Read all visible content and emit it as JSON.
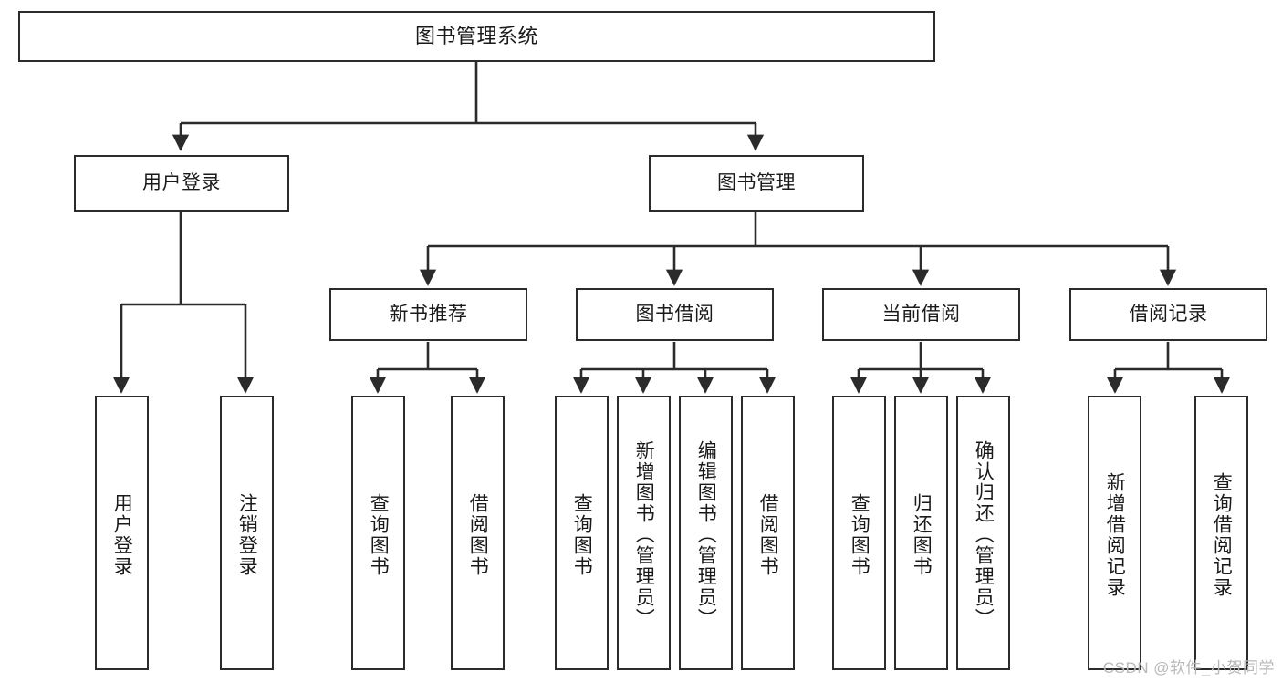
{
  "diagram": {
    "title": "图书管理系统",
    "type": "tree",
    "watermark": "CSDN @软件_小贺同学",
    "line_color": "#2b2b2b",
    "box_fill": "#ffffff",
    "text_color": "#1a1a1a",
    "watermark_color": "#b8b8b8"
  },
  "nodes": {
    "root": {
      "label": "图书管理系统",
      "level": 0
    },
    "level1": [
      {
        "id": "user-login",
        "label": "用户登录"
      },
      {
        "id": "book-manage",
        "label": "图书管理"
      }
    ],
    "level2": [
      {
        "id": "new-book-recommend",
        "label": "新书推荐",
        "parent": "book-manage"
      },
      {
        "id": "book-borrow",
        "label": "图书借阅",
        "parent": "book-manage"
      },
      {
        "id": "current-borrow",
        "label": "当前借阅",
        "parent": "book-manage"
      },
      {
        "id": "borrow-record",
        "label": "借阅记录",
        "parent": "book-manage"
      }
    ],
    "leaves": [
      {
        "id": "leaf-user-login",
        "label": "用户登录",
        "parent": "user-login"
      },
      {
        "id": "leaf-logout-login",
        "label": "注销登录",
        "parent": "user-login"
      },
      {
        "id": "leaf-query-book-1",
        "label": "查询图书",
        "parent": "new-book-recommend"
      },
      {
        "id": "leaf-borrow-book-1",
        "label": "借阅图书",
        "parent": "new-book-recommend"
      },
      {
        "id": "leaf-query-book-2",
        "label": "查询图书",
        "parent": "book-borrow"
      },
      {
        "id": "leaf-add-book",
        "label": "新增图书（管理员）",
        "parent": "book-borrow"
      },
      {
        "id": "leaf-edit-book",
        "label": "编辑图书（管理员）",
        "parent": "book-borrow"
      },
      {
        "id": "leaf-borrow-book-2",
        "label": "借阅图书",
        "parent": "book-borrow"
      },
      {
        "id": "leaf-query-book-3",
        "label": "查询图书",
        "parent": "current-borrow"
      },
      {
        "id": "leaf-return-book",
        "label": "归还图书",
        "parent": "current-borrow"
      },
      {
        "id": "leaf-confirm-return",
        "label": "确认归还（管理员）",
        "parent": "current-borrow"
      },
      {
        "id": "leaf-add-record",
        "label": "新增借阅记录",
        "parent": "borrow-record"
      },
      {
        "id": "leaf-query-record",
        "label": "查询借阅记录",
        "parent": "borrow-record"
      }
    ]
  }
}
